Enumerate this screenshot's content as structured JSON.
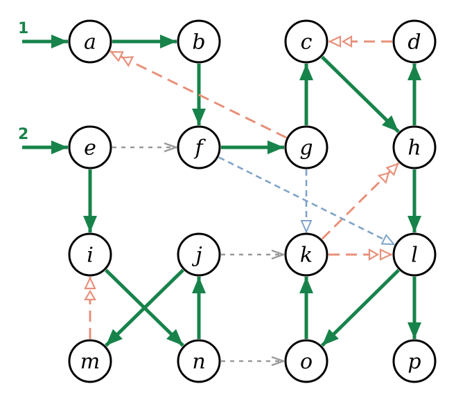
{
  "colors": {
    "tree": "#17834a",
    "back": "#e8907a",
    "cross": "#999999",
    "forward": "#7fa3c9",
    "node_stroke": "#000000",
    "node_fill": "#ffffff"
  },
  "start_markers": [
    {
      "label": "1",
      "target": "a"
    },
    {
      "label": "2",
      "target": "e"
    }
  ],
  "nodes": [
    {
      "id": "a",
      "label": "a"
    },
    {
      "id": "b",
      "label": "b"
    },
    {
      "id": "c",
      "label": "c"
    },
    {
      "id": "d",
      "label": "d"
    },
    {
      "id": "e",
      "label": "e"
    },
    {
      "id": "f",
      "label": "f"
    },
    {
      "id": "g",
      "label": "g"
    },
    {
      "id": "h",
      "label": "h"
    },
    {
      "id": "i",
      "label": "i"
    },
    {
      "id": "j",
      "label": "j"
    },
    {
      "id": "k",
      "label": "k"
    },
    {
      "id": "l",
      "label": "l"
    },
    {
      "id": "m",
      "label": "m"
    },
    {
      "id": "n",
      "label": "n"
    },
    {
      "id": "o",
      "label": "o"
    },
    {
      "id": "p",
      "label": "p"
    }
  ],
  "edges": [
    {
      "from": "a",
      "to": "b",
      "kind": "tree"
    },
    {
      "from": "b",
      "to": "f",
      "kind": "tree"
    },
    {
      "from": "f",
      "to": "g",
      "kind": "tree"
    },
    {
      "from": "g",
      "to": "c",
      "kind": "tree"
    },
    {
      "from": "c",
      "to": "h",
      "kind": "tree"
    },
    {
      "from": "h",
      "to": "d",
      "kind": "tree"
    },
    {
      "from": "h",
      "to": "l",
      "kind": "tree"
    },
    {
      "from": "l",
      "to": "p",
      "kind": "tree"
    },
    {
      "from": "l",
      "to": "o",
      "kind": "tree"
    },
    {
      "from": "o",
      "to": "k",
      "kind": "tree"
    },
    {
      "from": "e",
      "to": "i",
      "kind": "tree"
    },
    {
      "from": "i",
      "to": "n",
      "kind": "tree"
    },
    {
      "from": "n",
      "to": "j",
      "kind": "tree"
    },
    {
      "from": "j",
      "to": "m",
      "kind": "tree"
    },
    {
      "from": "d",
      "to": "c",
      "kind": "back"
    },
    {
      "from": "g",
      "to": "a",
      "kind": "back"
    },
    {
      "from": "k",
      "to": "h",
      "kind": "back"
    },
    {
      "from": "k",
      "to": "l",
      "kind": "back"
    },
    {
      "from": "m",
      "to": "i",
      "kind": "back"
    },
    {
      "from": "f",
      "to": "l",
      "kind": "forward"
    },
    {
      "from": "g",
      "to": "k",
      "kind": "forward"
    },
    {
      "from": "e",
      "to": "f",
      "kind": "cross"
    },
    {
      "from": "j",
      "to": "k",
      "kind": "cross"
    },
    {
      "from": "n",
      "to": "o",
      "kind": "cross"
    }
  ]
}
